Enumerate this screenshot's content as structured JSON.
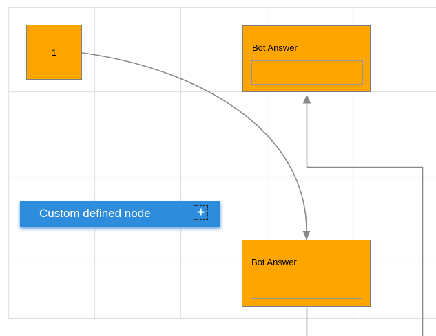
{
  "canvas": {
    "background": "#FFFFFF"
  },
  "colors": {
    "node_orange": "#FFA500",
    "node_border": "#7E7E7E",
    "node_blue": "#2D8CDC",
    "link_gray": "#898989",
    "grid_line": "#E2E2E2",
    "inner_box_border": "#969696",
    "title_text": "#000000",
    "custom_text": "#FFFFFF"
  },
  "icons": {
    "add_node": "+"
  },
  "nodes": {
    "start": {
      "label": "1"
    },
    "bot_answer_top": {
      "title": "Bot Answer",
      "input_value": ""
    },
    "bot_answer_bottom": {
      "title": "Bot Answer",
      "input_value": ""
    },
    "custom": {
      "label": "Custom defined node"
    }
  }
}
